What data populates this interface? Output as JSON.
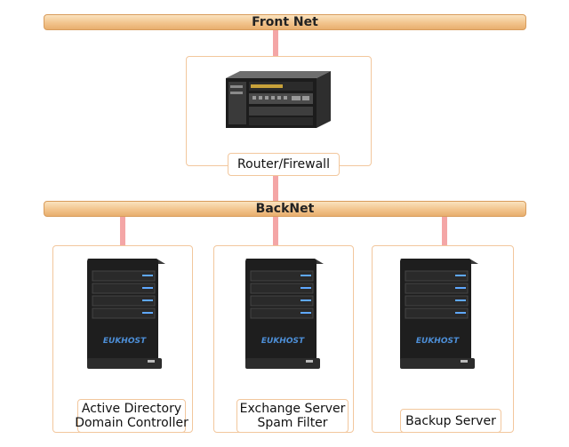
{
  "networks": {
    "front": "Front Net",
    "back": "BackNet"
  },
  "router": {
    "label": "Router/Firewall"
  },
  "servers": [
    {
      "line1": "Active Directory",
      "line2": "Domain Controller",
      "logo": "EUKHOST"
    },
    {
      "line1": "Exchange Server",
      "line2": "Spam Filter",
      "logo": "EUKHOST"
    },
    {
      "line1": "Backup Server",
      "line2": "",
      "logo": "EUKHOST"
    }
  ],
  "colors": {
    "bar": "#f2c48d",
    "connector": "#f4a6a6",
    "box_border": "#f2c79d",
    "server_led": "#5fa8ff"
  }
}
